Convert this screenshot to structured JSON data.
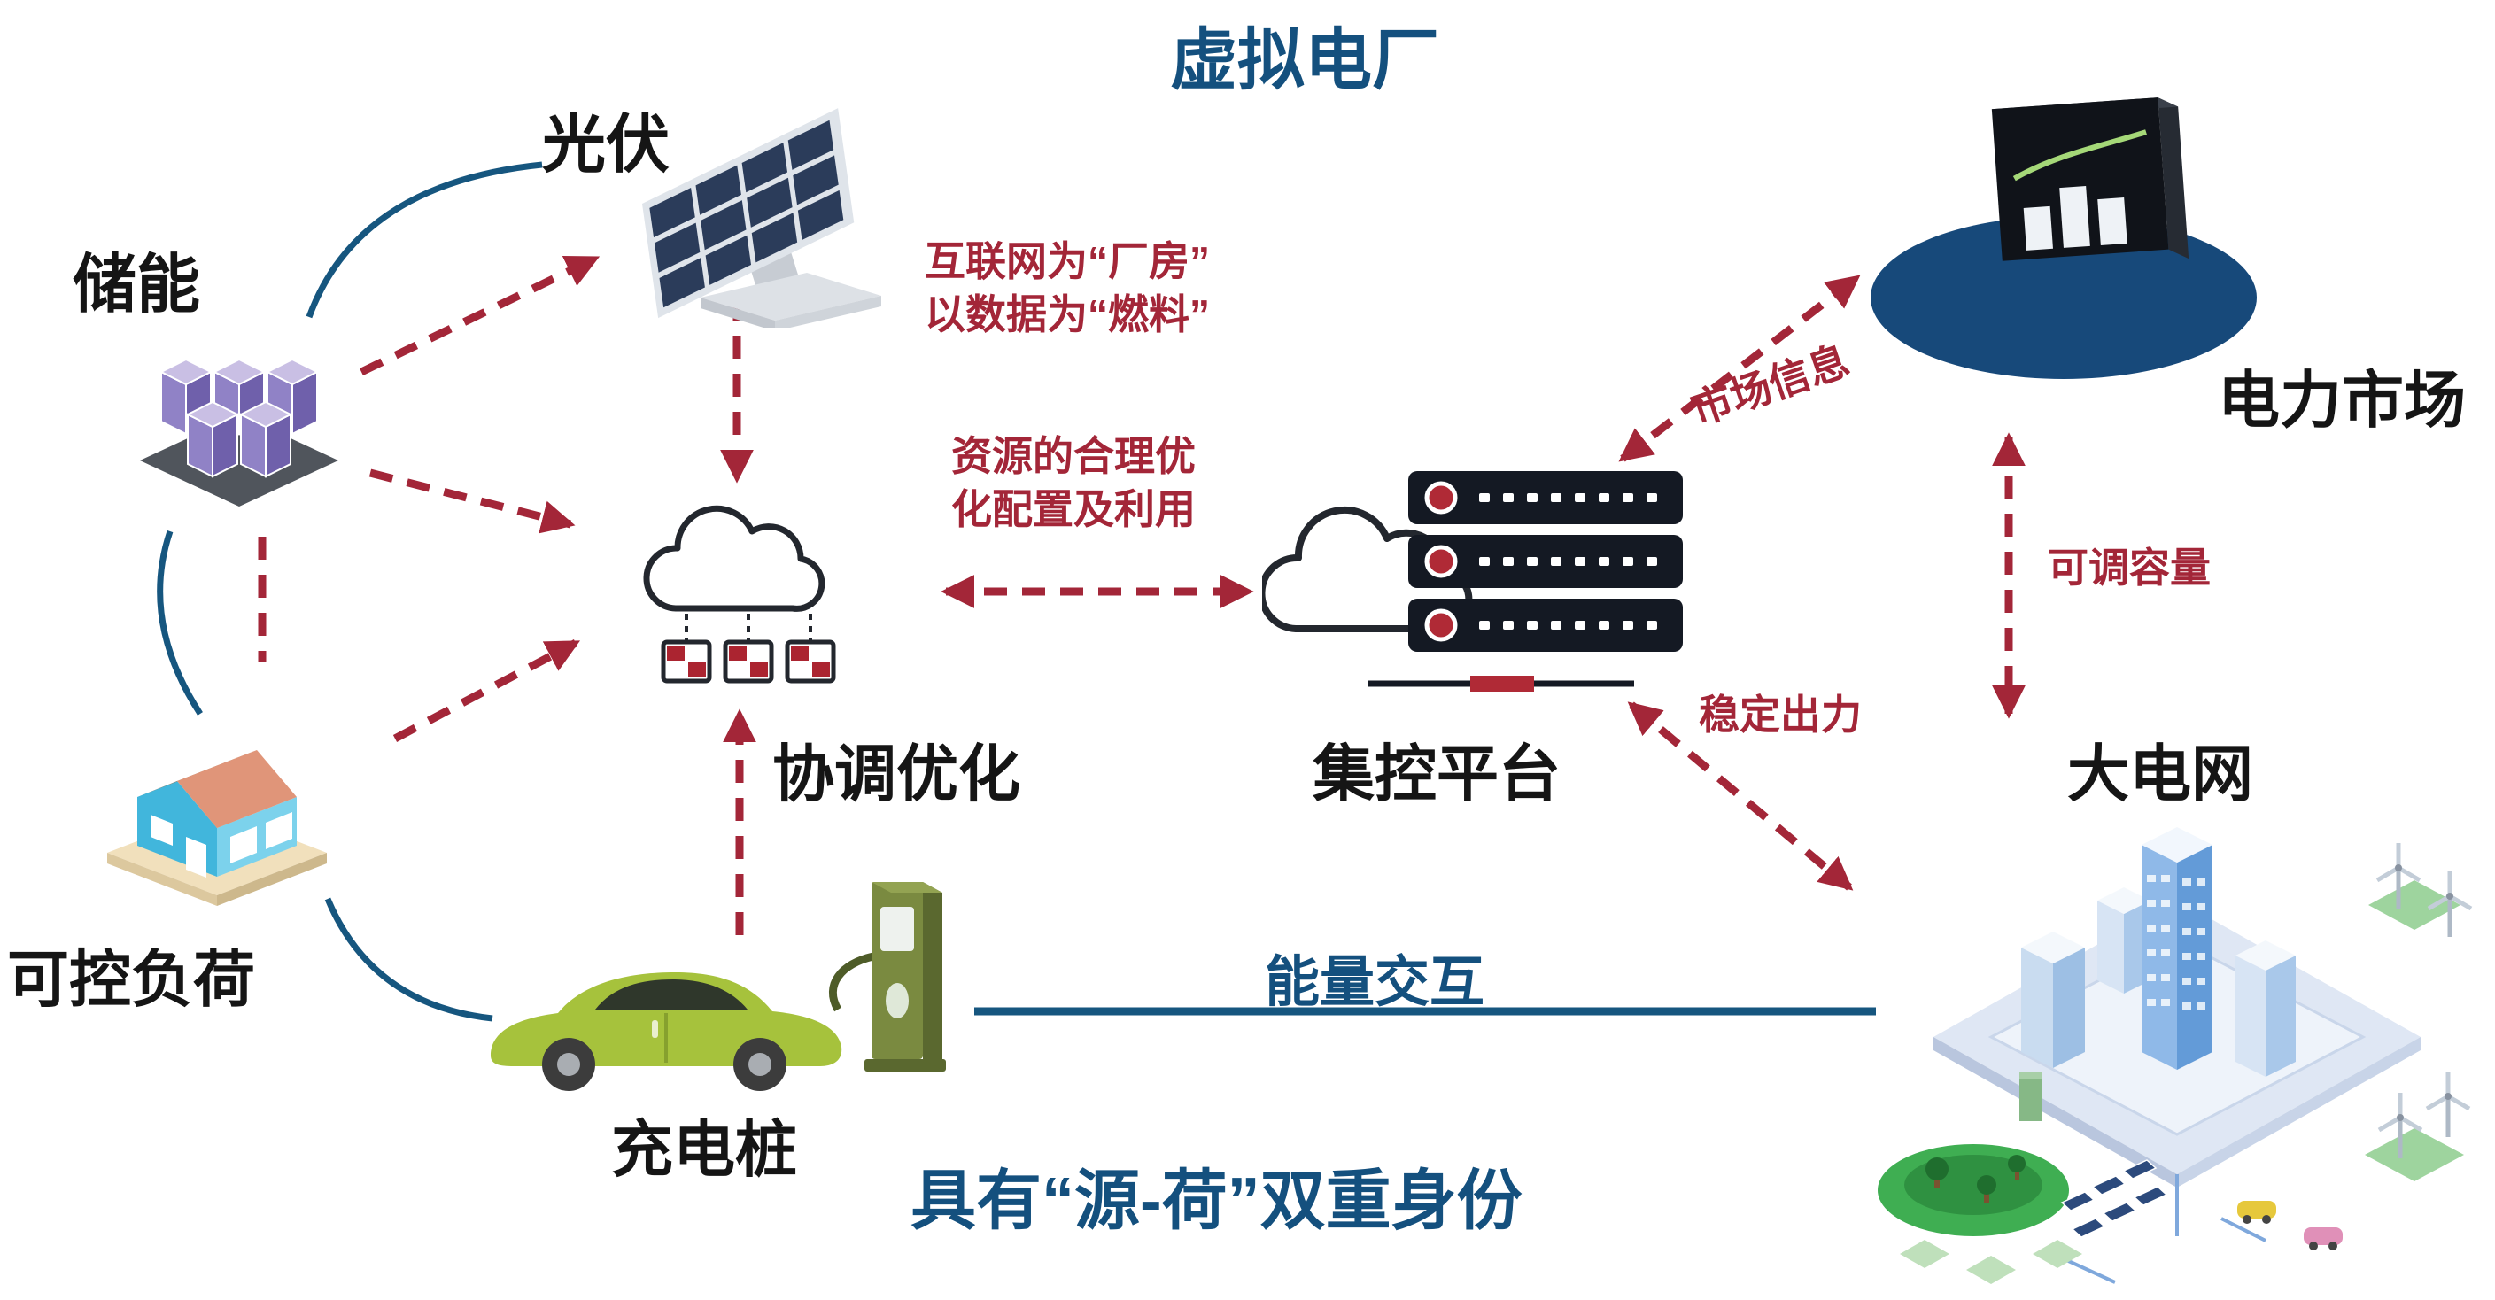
{
  "title": "虚拟电厂",
  "colors": {
    "accent_blue": "#14507e",
    "accent_red": "#a32638",
    "line_blue": "#16567f"
  },
  "nodes": {
    "solar": {
      "label": "光伏"
    },
    "storage": {
      "label": "储能"
    },
    "load": {
      "label": "可控负荷"
    },
    "coordination": {
      "label": "协调优化"
    },
    "platform": {
      "label": "集控平台"
    },
    "market": {
      "label": "电力市场"
    },
    "grid": {
      "label": "大电网"
    },
    "charger": {
      "label": "充电桩"
    }
  },
  "annotations": {
    "internet_line1": "互联网为“厂房”",
    "internet_line2": "以数据为“燃料”",
    "resource_line1": "资源的合理优",
    "resource_line2": "化配置及利用",
    "market_info": "市场信息",
    "adjustable_capacity": "可调容量",
    "stable_output": "稳定出力",
    "energy_exchange": "能量交互",
    "dual_identity": "具有“源-荷”双重身份"
  }
}
